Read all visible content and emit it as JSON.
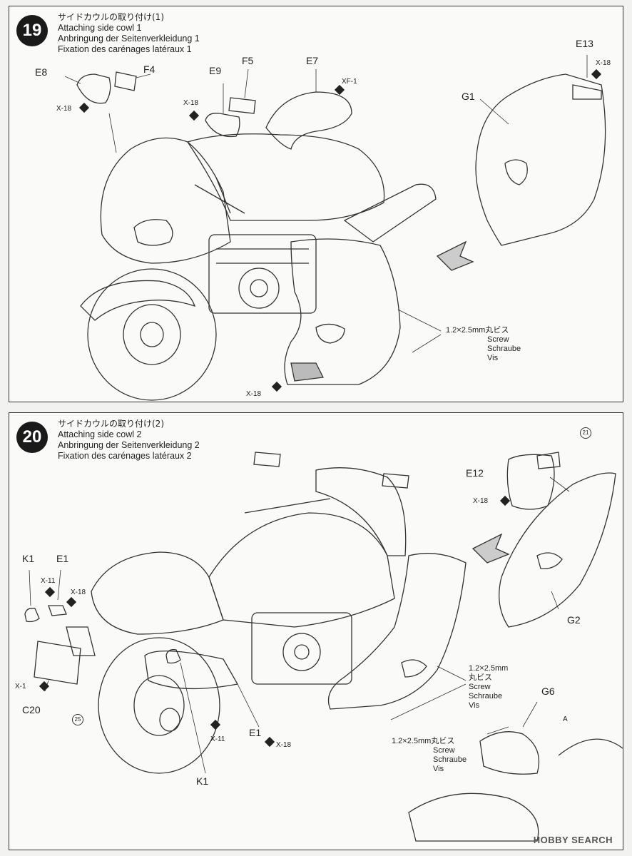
{
  "step19": {
    "number": "19",
    "title_jp": "サイドカウルの取り付け(1)",
    "title_en": "Attaching side cowl 1",
    "title_de": "Anbringung der Seitenverkleidung 1",
    "title_fr": "Fixation des carénages latéraux 1",
    "parts": {
      "e8": "E8",
      "f4": "F4",
      "e9": "E9",
      "f5": "F5",
      "e7": "E7",
      "e13": "E13",
      "g1": "G1"
    },
    "paints": {
      "x18a": "X-18",
      "x18b": "X-18",
      "xf1": "XF-1",
      "x18c": "X-18",
      "x18d": "X-18"
    },
    "screw": {
      "size": "1.2×2.5mm丸ビス",
      "en": "Screw",
      "de": "Schraube",
      "fr": "Vis"
    }
  },
  "step20": {
    "number": "20",
    "title_jp": "サイドカウルの取り付け(2)",
    "title_en": "Attaching side cowl 2",
    "title_de": "Anbringung der Seitenverkleidung 2",
    "title_fr": "Fixation des carénages latéraux 2",
    "parts": {
      "e12": "E12",
      "g2": "G2",
      "k1a": "K1",
      "e1a": "E1",
      "c20": "C20",
      "e1b": "E1",
      "k1b": "K1",
      "g6": "G6",
      "a": "A"
    },
    "paints": {
      "x18a": "X-18",
      "x11a": "X-11",
      "x18b": "X-18",
      "x1": "X-1",
      "x11b": "X-11",
      "x18c": "X-18"
    },
    "refs": {
      "r21": "21",
      "r25": "25"
    },
    "screw1": {
      "size": "1.2×2.5mm",
      "type": "丸ビス",
      "en": "Screw",
      "de": "Schraube",
      "fr": "Vis"
    },
    "screw2": {
      "size": "1.2×2.5mm丸ビス",
      "en": "Screw",
      "de": "Schraube",
      "fr": "Vis"
    }
  },
  "watermark": "HOBBY SEARCH"
}
